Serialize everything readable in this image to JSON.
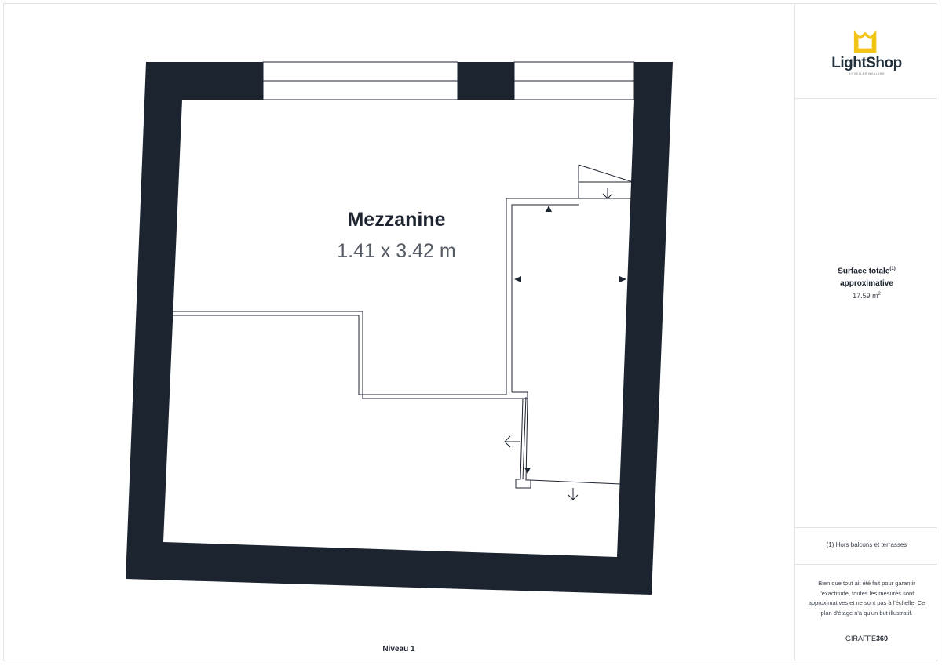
{
  "plan": {
    "room_name": "Mezzanine",
    "room_dimensions": "1.41 x 3.42 m",
    "level_label": "Niveau 1"
  },
  "sidebar": {
    "logo_name": "LightShop",
    "logo_sub": "BY KELLER WILLIAMS",
    "surface_title": "Surface totale",
    "surface_title_line2": "approximative",
    "surface_note_marker": "(1)",
    "surface_value": "17.59 m",
    "surface_unit_exp": "2",
    "footnote": "(1) Hors balcons et terrasses",
    "disclaimer": "Bien que tout ait été fait pour garantir l'exactitude, toutes les mesures sont approximatives et ne sont pas à l'échelle. Ce plan d'étage n'a qu'un but illustratif.",
    "brand_prefix": "GIRAFFE",
    "brand_suffix": "360"
  },
  "colors": {
    "wall": "#1c2430",
    "logo_accent": "#f2c318",
    "border": "#dfe2e6"
  }
}
